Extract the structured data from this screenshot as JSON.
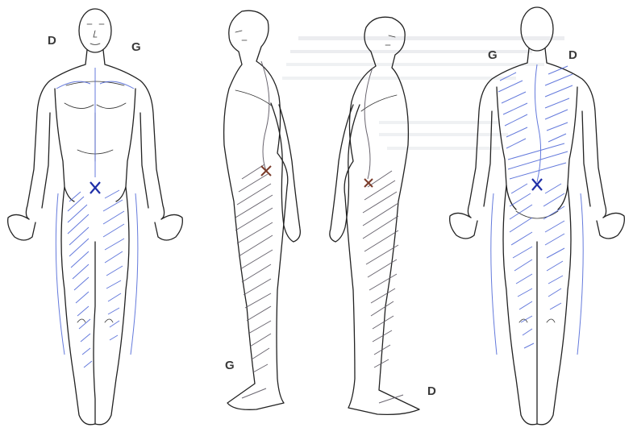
{
  "labels": {
    "front_right": "D",
    "front_left": "G",
    "side_left": "G",
    "side_right": "D",
    "back_left": "G",
    "back_right": "D"
  },
  "colors": {
    "blue_pain": "#4a63d6",
    "gray_pain": "#5a5560",
    "origin_blue": "#1f2fa8",
    "origin_brown": "#7a3b2a",
    "outline": "#222222",
    "faint_text": "#bfc6cf"
  }
}
